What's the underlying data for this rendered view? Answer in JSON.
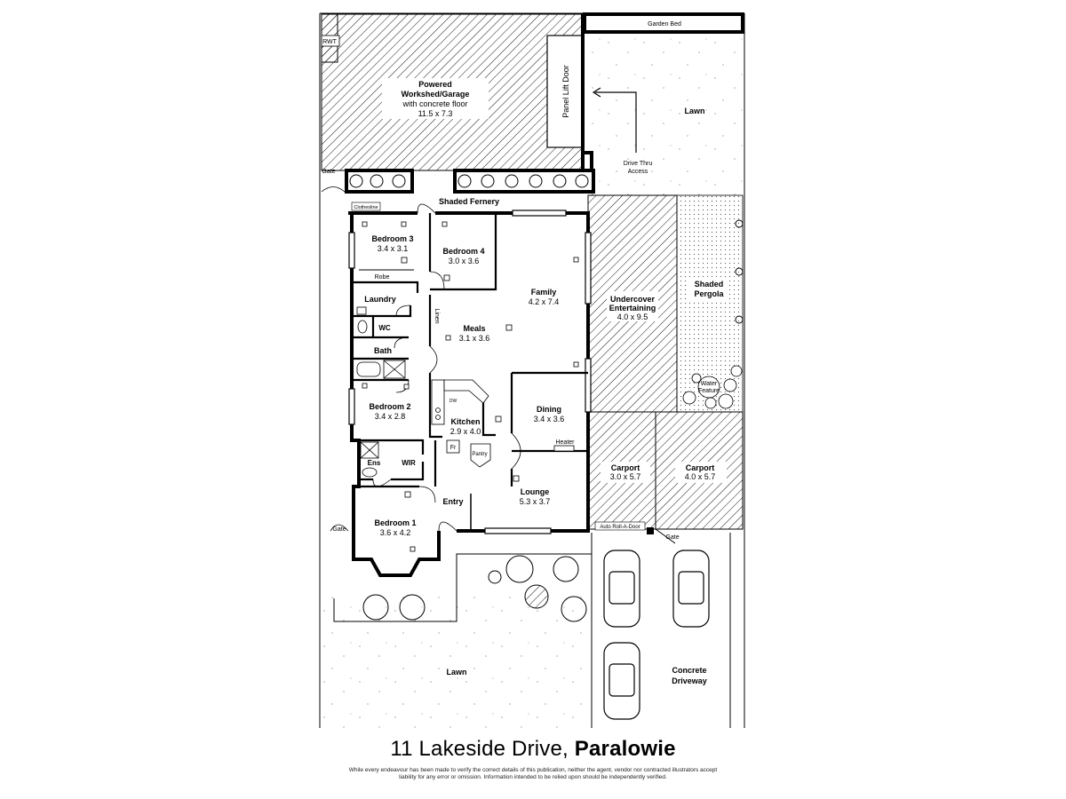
{
  "plan": {
    "top_area": {
      "rwt": "RWT",
      "garden_bed": "Garden Bed",
      "garage": [
        "Powered",
        "Workshed/Garage",
        "with concrete floor",
        "11.5 x 7.3"
      ],
      "panel_lift_door": "Panel Lift Door",
      "lawn": "Lawn",
      "drive_thru": [
        "Drive Thru",
        "Access"
      ],
      "gate": "Gate",
      "clothesline": "Clothesline",
      "shaded_fernery": "Shaded Fernery"
    },
    "rooms": {
      "bedroom3": {
        "name": "Bedroom 3",
        "dims": "3.4 x 3.1"
      },
      "robe": "Robe",
      "bedroom4": {
        "name": "Bedroom 4",
        "dims": "3.0 x 3.6"
      },
      "family": {
        "name": "Family",
        "dims": "4.2 x 7.4"
      },
      "laundry": "Laundry",
      "linen": "Linen",
      "wc": "WC",
      "meals": {
        "name": "Meals",
        "dims": "3.1 x 3.6"
      },
      "bath": "Bath",
      "bedroom2": {
        "name": "Bedroom 2",
        "dims": "3.4 x 2.8"
      },
      "kitchen": {
        "name": "Kitchen",
        "dims": "2.9 x 4.0"
      },
      "dw": "DW",
      "fr": "Fr",
      "pantry": "Pantry",
      "dining": {
        "name": "Dining",
        "dims": "3.4 x 3.6"
      },
      "heater": "Heater",
      "ens": "Ens",
      "wir": "WIR",
      "entry": "Entry",
      "lounge": {
        "name": "Lounge",
        "dims": "5.3 x 3.7"
      },
      "bedroom1": {
        "name": "Bedroom 1",
        "dims": "3.6 x 4.2"
      },
      "gate_left": "Gate"
    },
    "outdoor": {
      "undercover": [
        "Undercover",
        "Entertaining",
        "4.0 x 9.5"
      ],
      "pergola": [
        "Shaded",
        "Pergola"
      ],
      "water_feature": [
        "Water",
        "Feature"
      ],
      "carport1": {
        "name": "Carport",
        "dims": "3.0 x 5.7"
      },
      "carport2": {
        "name": "Carport",
        "dims": "4.0 x 5.7"
      },
      "auto_door": "Auto Roll-A-Door",
      "gate_right": "Gate",
      "front_lawn": "Lawn",
      "driveway": [
        "Concrete",
        "Driveway"
      ]
    }
  },
  "footer": {
    "street": "11 Lakeside Drive, ",
    "suburb": "Paralowie",
    "disclaimer": "While every endeavour has been made to verify the correct details of this publication, neither the agent, vendor nor contracted illustrators accept liability for any error or omission. Information intended to be relied upon should be independently verified."
  }
}
